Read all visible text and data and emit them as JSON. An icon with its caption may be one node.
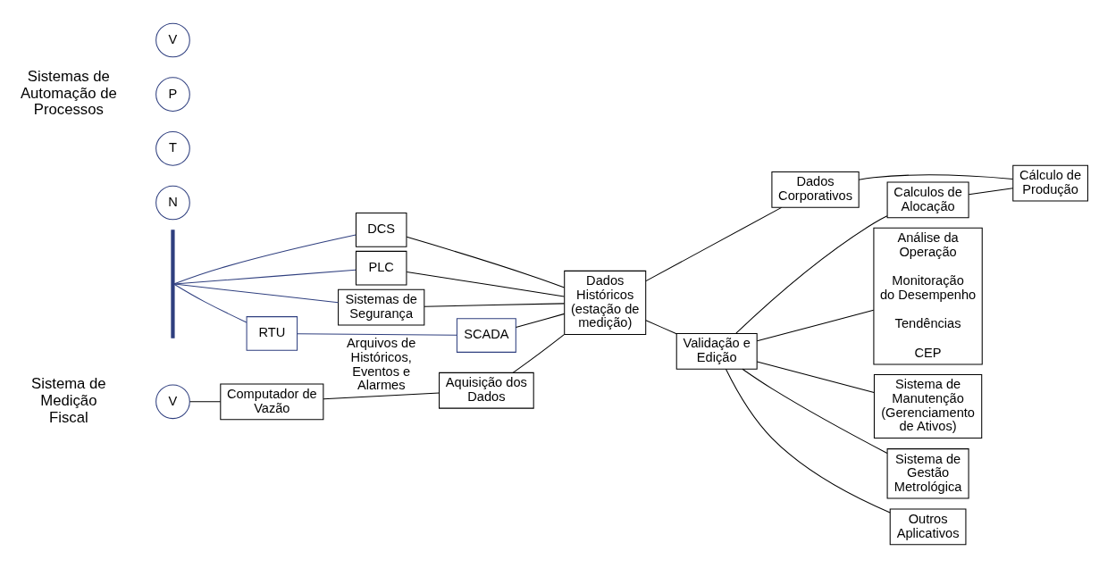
{
  "diagram": {
    "nodes": [
      {
        "text": [
          "V"
        ]
      },
      {
        "text": [
          "Computador de Vazão"
        ]
      },
      {
        "text": [
          "Aquisição dos Dados"
        ]
      },
      {
        "text": [
          "Dados Históricos (estação de medição)"
        ]
      },
      {
        "text": [
          "Dados Corporativos"
        ]
      },
      {
        "text": [
          "Validação e Edição"
        ]
      },
      {
        "text": [
          "Calculos de Alocação"
        ]
      },
      {
        "text": [
          "Cálculo de Produção"
        ]
      },
      {
        "text": [
          "Análise da Operação",
          "Monitoração do Desempenho",
          "Tendências",
          "CEP"
        ]
      },
      {
        "text": [
          "Sistema de Manutenção (Gerenciamento de Ativos)"
        ]
      },
      {
        "text": [
          "Sistema de Gestão Metrológica"
        ]
      },
      {
        "text": [
          "Outros Aplicativos"
        ]
      },
      {
        "text": [
          "V"
        ]
      },
      {
        "text": [
          "P"
        ]
      },
      {
        "text": [
          "T"
        ]
      },
      {
        "text": [
          "N"
        ]
      },
      {
        "text": [
          "DCS"
        ]
      },
      {
        "text": [
          "PLC"
        ]
      },
      {
        "text": [
          "Sistemas de Segurança"
        ]
      },
      {
        "text": [
          "RTU"
        ]
      },
      {
        "text": [
          "SCADA"
        ]
      },
      {
        "text": [],
        "shape": "bar"
      }
    ],
    "edges": [
      {
        "from": 0,
        "to": 1,
        "arrow": "none"
      },
      {
        "from": 1,
        "to": 2,
        "arrow": "none",
        "label": "Arquivos de Históricos, Eventos e Alarmes"
      },
      {
        "from": 2,
        "to": 3,
        "arrow": "none"
      },
      {
        "from": 3,
        "to": 4,
        "arrow": "none"
      },
      {
        "from": 3,
        "to": 5,
        "arrow": "none"
      },
      {
        "from": 4,
        "to": 7,
        "arrow": "none"
      },
      {
        "from": 5,
        "to": 6,
        "arrow": "none"
      },
      {
        "from": 6,
        "to": 7,
        "arrow": "none"
      },
      {
        "from": 5,
        "to": 8,
        "arrow": "none"
      },
      {
        "from": 5,
        "to": 9,
        "arrow": "none"
      },
      {
        "from": 5,
        "to": 10,
        "arrow": "none"
      },
      {
        "from": 5,
        "to": 11,
        "arrow": "none"
      },
      {
        "from": 16,
        "to": 3,
        "arrow": "none"
      },
      {
        "from": 17,
        "to": 3,
        "arrow": "none"
      },
      {
        "from": 18,
        "to": 3,
        "arrow": "none"
      },
      {
        "from": 20,
        "to": 3,
        "arrow": "none"
      },
      {
        "from": 21,
        "to": 16,
        "arrow": "none",
        "color": "#2f3f7f"
      },
      {
        "from": 21,
        "to": 17,
        "arrow": "none",
        "color": "#2f3f7f"
      },
      {
        "from": 21,
        "to": 18,
        "arrow": "none",
        "color": "#2f3f7f"
      },
      {
        "from": 21,
        "to": 19,
        "arrow": "none",
        "color": "#2f3f7f"
      },
      {
        "from": 19,
        "to": 20,
        "arrow": "none",
        "color": "#2f3f7f"
      }
    ],
    "labels": [
      "Sistema de Medição Fiscal",
      "Sistemas de Automação de Processos"
    ]
  }
}
